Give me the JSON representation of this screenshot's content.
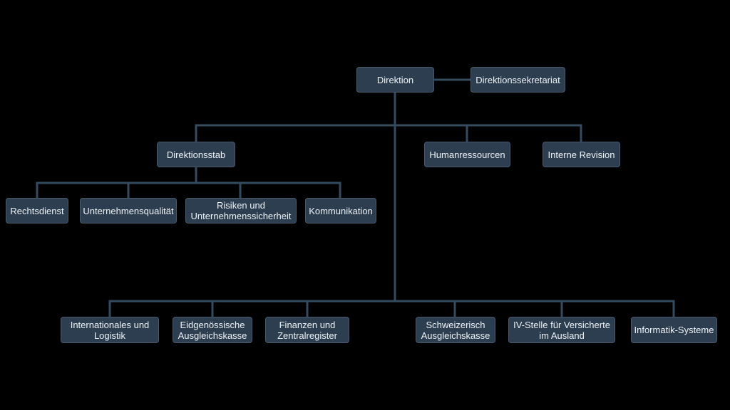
{
  "diagram": {
    "type": "org-chart",
    "colors": {
      "background": "#000000",
      "node_fill": "#2d3e50",
      "node_border": "#46596e",
      "connector_line": "#344a5e",
      "text": "#eef2f6"
    }
  },
  "nodes": {
    "direktion": {
      "label": "Direktion"
    },
    "direktionssekretariat": {
      "label": "Direktionssekretariat"
    },
    "direktionsstab": {
      "label": "Direktionsstab"
    },
    "humanressourcen": {
      "label": "Humanressourcen"
    },
    "interne_revision": {
      "label": "Interne Revision"
    },
    "rechtsdienst": {
      "label": "Rechtsdienst"
    },
    "unternehmensqualitaet": {
      "label": "Unternehmensqualität"
    },
    "risiken": {
      "label": "Risiken und\nUnternehmenssicherheit"
    },
    "kommunikation": {
      "label": "Kommunikation"
    },
    "internationales": {
      "label": "Internationales und\nLogistik"
    },
    "eidgenoessische": {
      "label": "Eidgenössische\nAusgleichskasse"
    },
    "finanzen": {
      "label": "Finanzen und\nZentralregister"
    },
    "schweizerisch": {
      "label": "Schweizerisch\nAusgleichskasse"
    },
    "iv_stelle": {
      "label": "IV-Stelle für Versicherte\nim Ausland"
    },
    "informatik": {
      "label": "Informatik-Systeme"
    }
  }
}
